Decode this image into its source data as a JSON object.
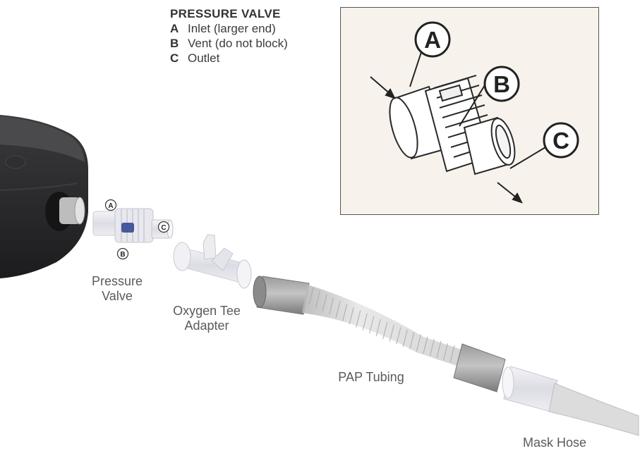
{
  "legend": {
    "title": "PRESSURE VALVE",
    "items": [
      {
        "key": "A",
        "text": "Inlet (larger end)"
      },
      {
        "key": "B",
        "text": "Vent (do not block)"
      },
      {
        "key": "C",
        "text": "Outlet"
      }
    ]
  },
  "inset_callouts": {
    "a": "A",
    "b": "B",
    "c": "C"
  },
  "small_callouts": {
    "a": "A",
    "b": "B",
    "c": "C"
  },
  "labels": {
    "pressure_valve": [
      "Pressure",
      "Valve"
    ],
    "oxygen_tee": [
      "Oxygen Tee",
      "Adapter"
    ],
    "pap_tubing": "PAP Tubing",
    "mask_hose": "Mask Hose"
  },
  "icons": [
    "pap-device-icon",
    "pressure-valve-icon",
    "oxygen-tee-icon",
    "pap-tubing-icon",
    "mask-hose-icon"
  ]
}
